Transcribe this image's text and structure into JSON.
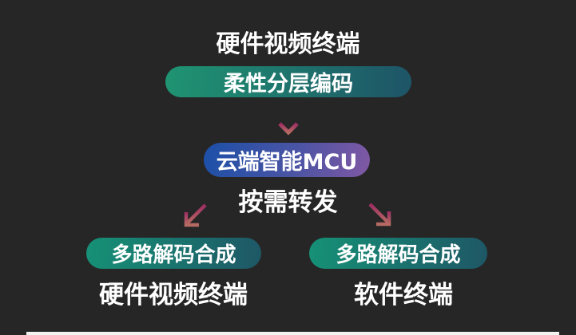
{
  "diagram": {
    "title_top": "硬件视频终端",
    "encode_pill_label": "柔性分层编码",
    "mcu_pill_label": "云端智能MCU",
    "forward_label": "按需转发",
    "decode_pill_left_label": "多路解码合成",
    "decode_pill_right_label": "多路解码合成",
    "sink_left_label": "硬件视频终端",
    "sink_right_label": "软件终端"
  },
  "icons": {
    "down_arrow": "down-arrow-icon",
    "down_left_arrow": "down-left-arrow-icon",
    "down_right_arrow": "down-right-arrow-icon"
  },
  "colors": {
    "background": "#262626",
    "text": "#ffffff",
    "green_pill_gradient_start": "#1f9472",
    "green_pill_gradient_end": "#1e5467",
    "mcu_pill_gradient_start": "#1c50a8",
    "mcu_pill_gradient_end": "#8058a4",
    "arrow_gradient_start": "#9e2c63",
    "arrow_gradient_end": "#b56b62",
    "bottom_bar": "#f2f2f2"
  }
}
